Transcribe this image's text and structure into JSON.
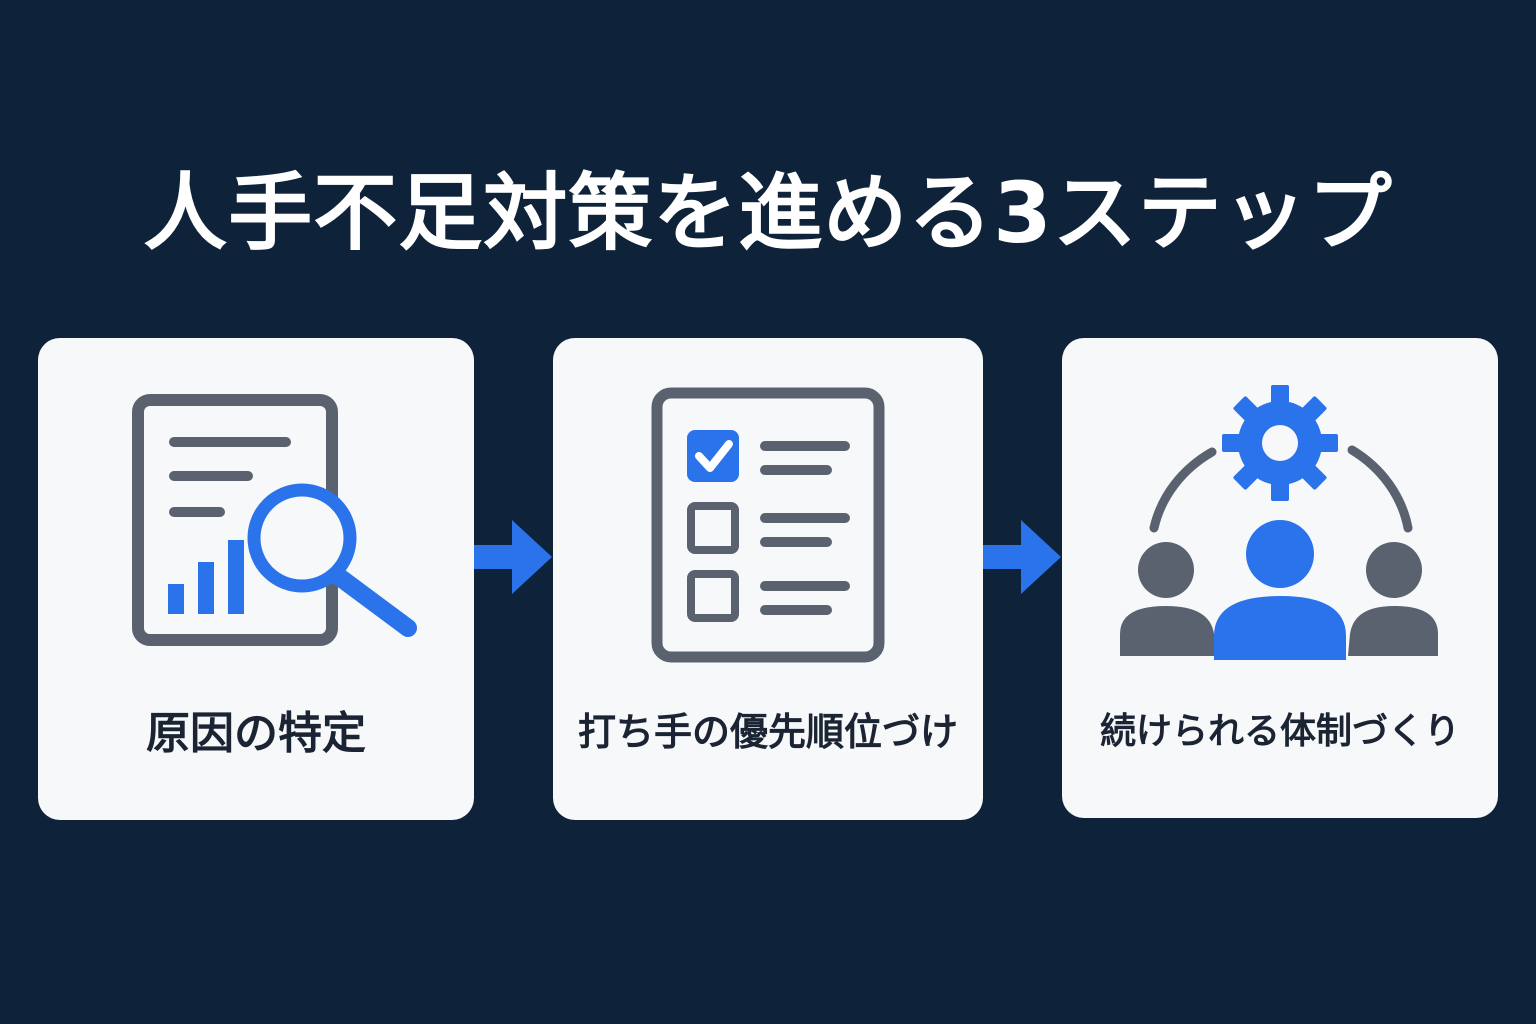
{
  "title": "人手不足対策を進める3ステップ",
  "steps": [
    {
      "label": "原因の特定",
      "icon": "document-search-chart-icon"
    },
    {
      "label": "打ち手の優先順位づけ",
      "icon": "checklist-icon"
    },
    {
      "label": "続けられる体制づくり",
      "icon": "team-gear-icon"
    }
  ],
  "colors": {
    "background": "#0e223a",
    "card": "#f7f8fa",
    "accent": "#2a73ea",
    "icon_gray": "#5a6270",
    "text": "#1b2433"
  }
}
